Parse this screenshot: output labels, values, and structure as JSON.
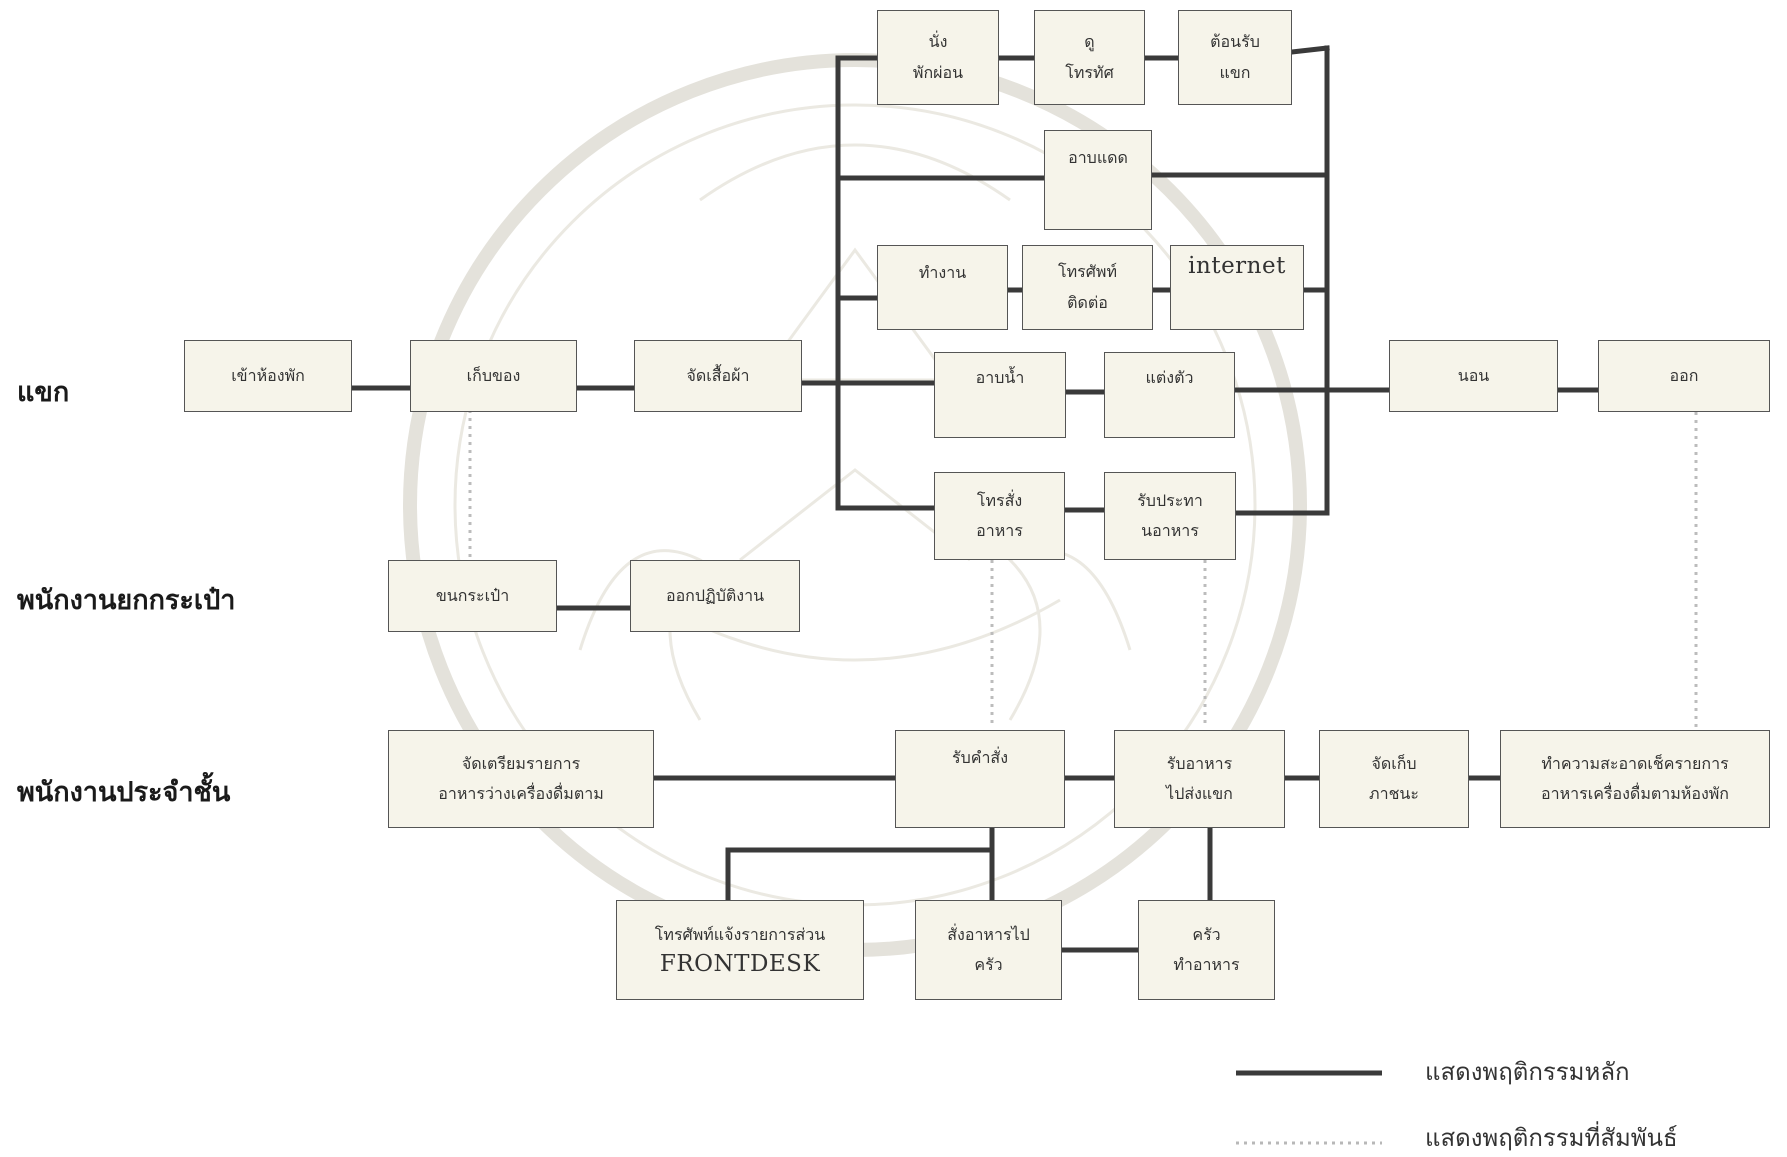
{
  "lanes": {
    "guest": "แขก",
    "porter": "พนักงานยกกระเป๋า",
    "floor_staff": "พนักงานประจำชั้น"
  },
  "nodes": {
    "check_in": [
      "เข้าห้องพัก"
    ],
    "store_items": [
      "เก็บของ"
    ],
    "arrange_clothes": [
      "จัดเสื้อผ้า"
    ],
    "sit_rest": [
      "นั่ง",
      "พักผ่อน"
    ],
    "watch_tv": [
      "ดู",
      "โทรทัศ"
    ],
    "receive_guest": [
      "ต้อนรับ",
      "แขก"
    ],
    "sunbathe": [
      "อาบแดด"
    ],
    "work": [
      "ทำงาน"
    ],
    "phone_contact": [
      "โทรศัพท์",
      "ติดต่อ"
    ],
    "internet": [
      "internet"
    ],
    "shower": [
      "อาบน้ำ"
    ],
    "dress_up": [
      "แต่งตัว"
    ],
    "order_food": [
      "โทรสั่ง",
      "อาหาร"
    ],
    "eat_food": [
      "รับประทา",
      "นอาหาร"
    ],
    "sleep": [
      "นอน"
    ],
    "check_out": [
      "ออก"
    ],
    "carry_bags": [
      "ขนกระเป๋า"
    ],
    "finish_duty": [
      "ออกปฏิบัติงาน"
    ],
    "prepare_menu": [
      "จัดเตรียมรายการ",
      "อาหารว่างเครื่องดื่มตาม"
    ],
    "take_order": [
      "รับคำสั่ง"
    ],
    "deliver_food": [
      "รับอาหาร",
      "ไปส่งแขก"
    ],
    "collect_dishes": [
      "จัดเก็บ",
      "ภาชนะ"
    ],
    "clean_check": [
      "ทำความสะอาดเช็ครายการ",
      "อาหารเครื่องดื่มตามห้องพัก"
    ],
    "phone_frontdesk": [
      "โทรศัพท์แจ้งรายการส่วน",
      "FRONTDESK"
    ],
    "order_kitchen": [
      "สั่งอาหารไป",
      "ครัว"
    ],
    "kitchen_cook": [
      "ครัว",
      "ทำอาหาร"
    ]
  },
  "legend": {
    "main": "แสดงพฤติกรรมหลัก",
    "related": "แสดงพฤติกรรมที่สัมพันธ์"
  },
  "colors": {
    "main_line": "#3a3a3a",
    "related_line": "#b8b8b8",
    "box_fill": "#f6f4ea",
    "watermark": "#e3e1da"
  }
}
